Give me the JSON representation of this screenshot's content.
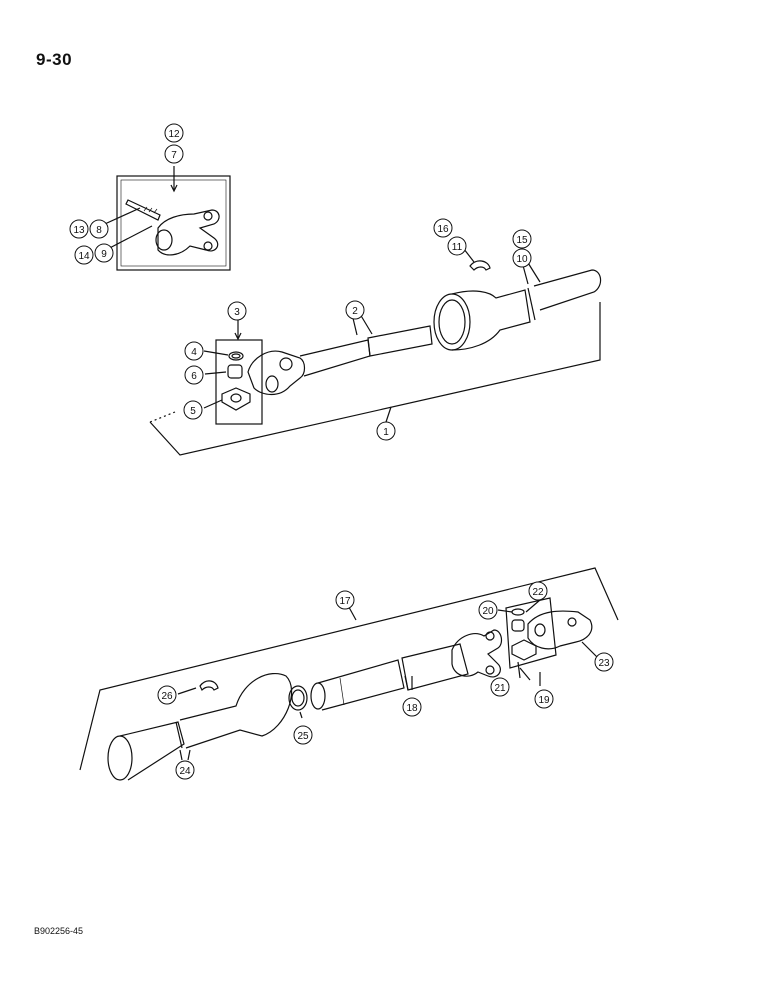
{
  "page_number": "9-30",
  "figure_code": "B902256-45",
  "callouts": [
    "1",
    "2",
    "3",
    "4",
    "5",
    "6",
    "7",
    "8",
    "9",
    "10",
    "11",
    "12",
    "13",
    "14",
    "15",
    "16",
    "17",
    "18",
    "19",
    "20",
    "21",
    "22",
    "23",
    "24",
    "25",
    "26"
  ]
}
